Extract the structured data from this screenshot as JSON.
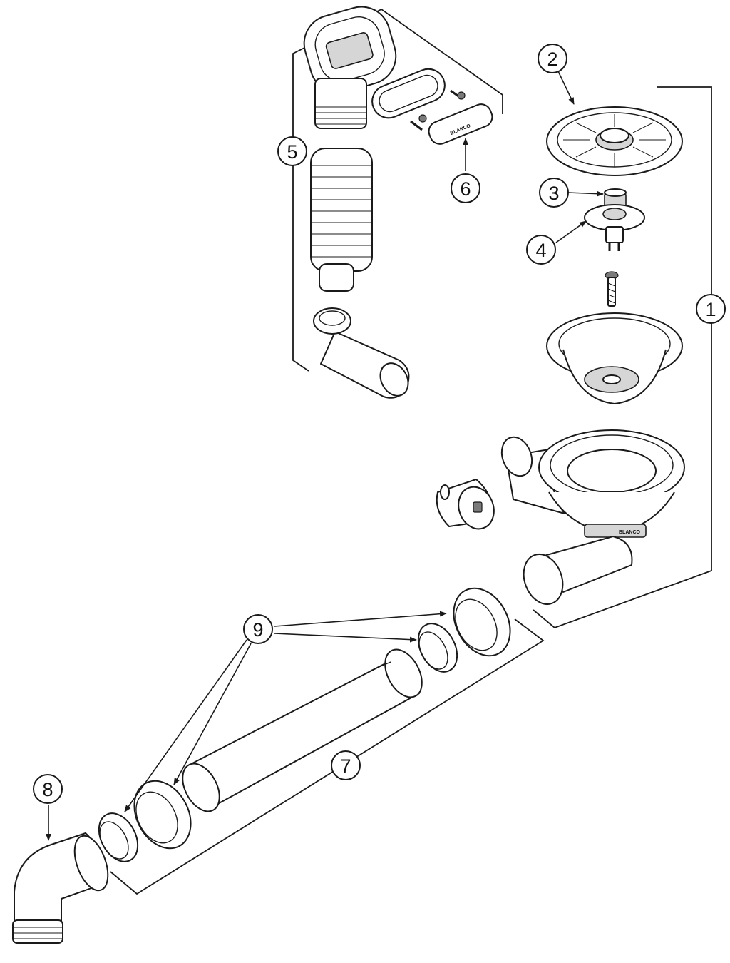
{
  "callouts": [
    {
      "id": "1",
      "label": "1"
    },
    {
      "id": "2",
      "label": "2"
    },
    {
      "id": "3",
      "label": "3"
    },
    {
      "id": "4",
      "label": "4"
    },
    {
      "id": "5",
      "label": "5"
    },
    {
      "id": "6",
      "label": "6"
    },
    {
      "id": "7",
      "label": "7"
    },
    {
      "id": "8",
      "label": "8"
    },
    {
      "id": "9",
      "label": "9"
    }
  ],
  "part_markings": {
    "cover_plate_brand": "BLANCO",
    "basket_body_marking": "BLANCO"
  },
  "colors": {
    "line": "#1a1a1a",
    "background": "#ffffff",
    "shading": "#d6d6d6"
  }
}
